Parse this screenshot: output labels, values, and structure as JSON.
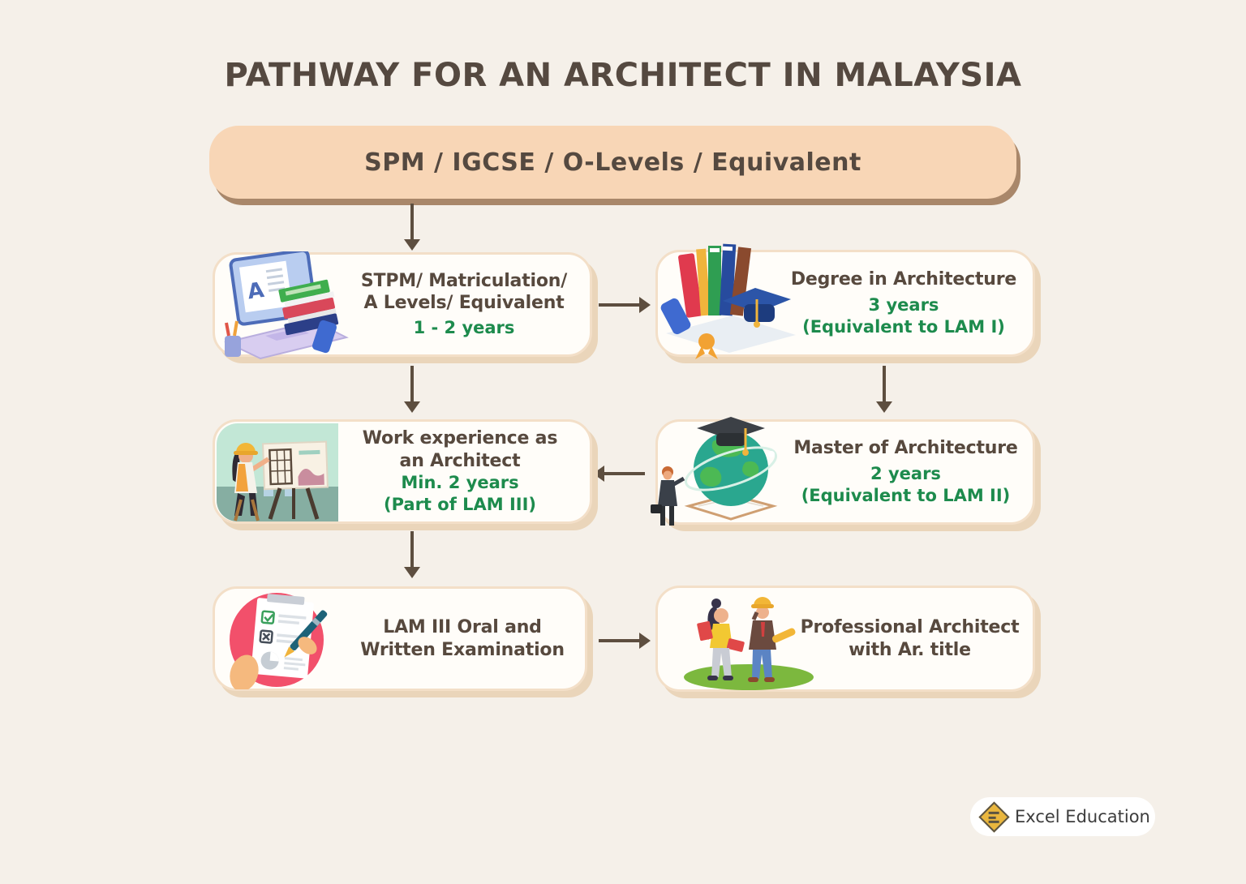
{
  "title": "PATHWAY FOR AN ARCHITECT IN MALAYSIA",
  "root": {
    "label": "SPM / IGCSE / O-Levels / Equivalent"
  },
  "nodes": {
    "stpm": {
      "lines": [
        "STPM/ Matriculation/",
        "A Levels/ Equivalent"
      ],
      "duration": "1 - 2 years",
      "icon": "laptop-books-icon"
    },
    "degree": {
      "lines": [
        "Degree in Architecture"
      ],
      "duration": "3 years",
      "note": "(Equivalent to LAM I)",
      "icon": "books-graduation-cap-icon"
    },
    "work": {
      "lines": [
        "Work experience as",
        "an Architect"
      ],
      "duration": "Min. 2 years",
      "note": "(Part of LAM III)",
      "icon": "architect-drafting-illustration"
    },
    "master": {
      "lines": [
        "Master of Architecture"
      ],
      "duration": "2 years",
      "note": "(Equivalent to LAM II)",
      "icon": "globe-graduation-cap-icon"
    },
    "lam3": {
      "lines": [
        "LAM III Oral and",
        "Written Examination"
      ],
      "icon": "exam-checklist-icon"
    },
    "professional": {
      "lines": [
        "Professional Architect",
        "with Ar. title"
      ],
      "icon": "architects-people-icon"
    }
  },
  "edges": [
    {
      "from": "spm",
      "to": "stpm",
      "direction": "down"
    },
    {
      "from": "stpm",
      "to": "degree",
      "direction": "right"
    },
    {
      "from": "stpm",
      "to": "work",
      "direction": "down"
    },
    {
      "from": "degree",
      "to": "master",
      "direction": "down"
    },
    {
      "from": "master",
      "to": "work",
      "direction": "left"
    },
    {
      "from": "work",
      "to": "lam3",
      "direction": "down"
    },
    {
      "from": "lam3",
      "to": "professional",
      "direction": "right"
    }
  ],
  "logo": {
    "text": "Excel Education"
  },
  "colors": {
    "background": "#f5f0e9",
    "root_box_fill": "#f8d6b6",
    "node_fill": "#fffdf9",
    "node_border": "#f3dfc8",
    "node_shadow": "#ead5ba",
    "heading_text": "#554940",
    "green_text": "#1d8b4d",
    "arrow": "#5d4e3f",
    "logo_yellow": "#e9b63d"
  }
}
